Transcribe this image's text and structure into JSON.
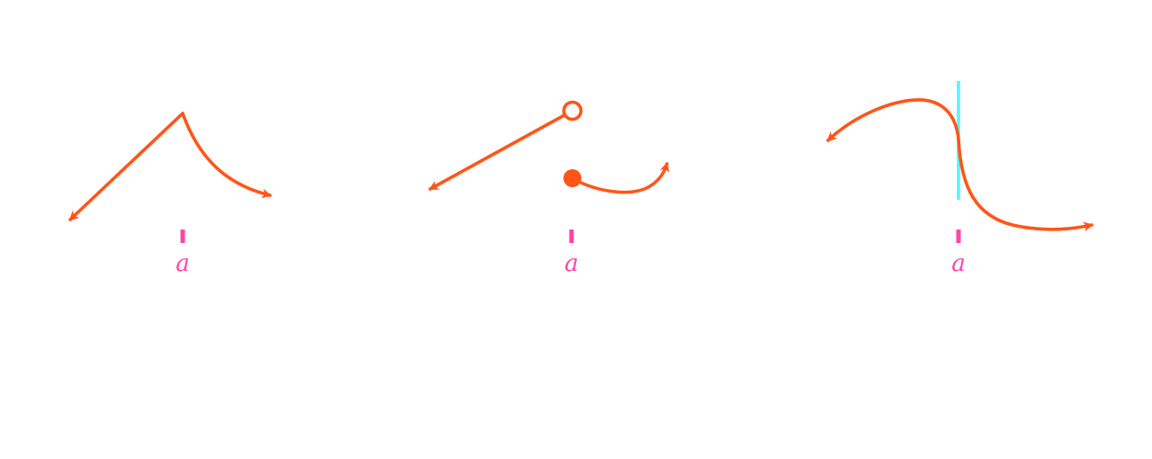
{
  "colors": {
    "curve": "#ff5518",
    "marker": "#ff44aa",
    "asymptote": "#55f5ff",
    "background": "#ffffff"
  },
  "panels": [
    {
      "name": "corner-panel",
      "label": "a"
    },
    {
      "name": "jump-panel",
      "label": "a"
    },
    {
      "name": "vertical-tangent-panel",
      "label": "a"
    }
  ]
}
